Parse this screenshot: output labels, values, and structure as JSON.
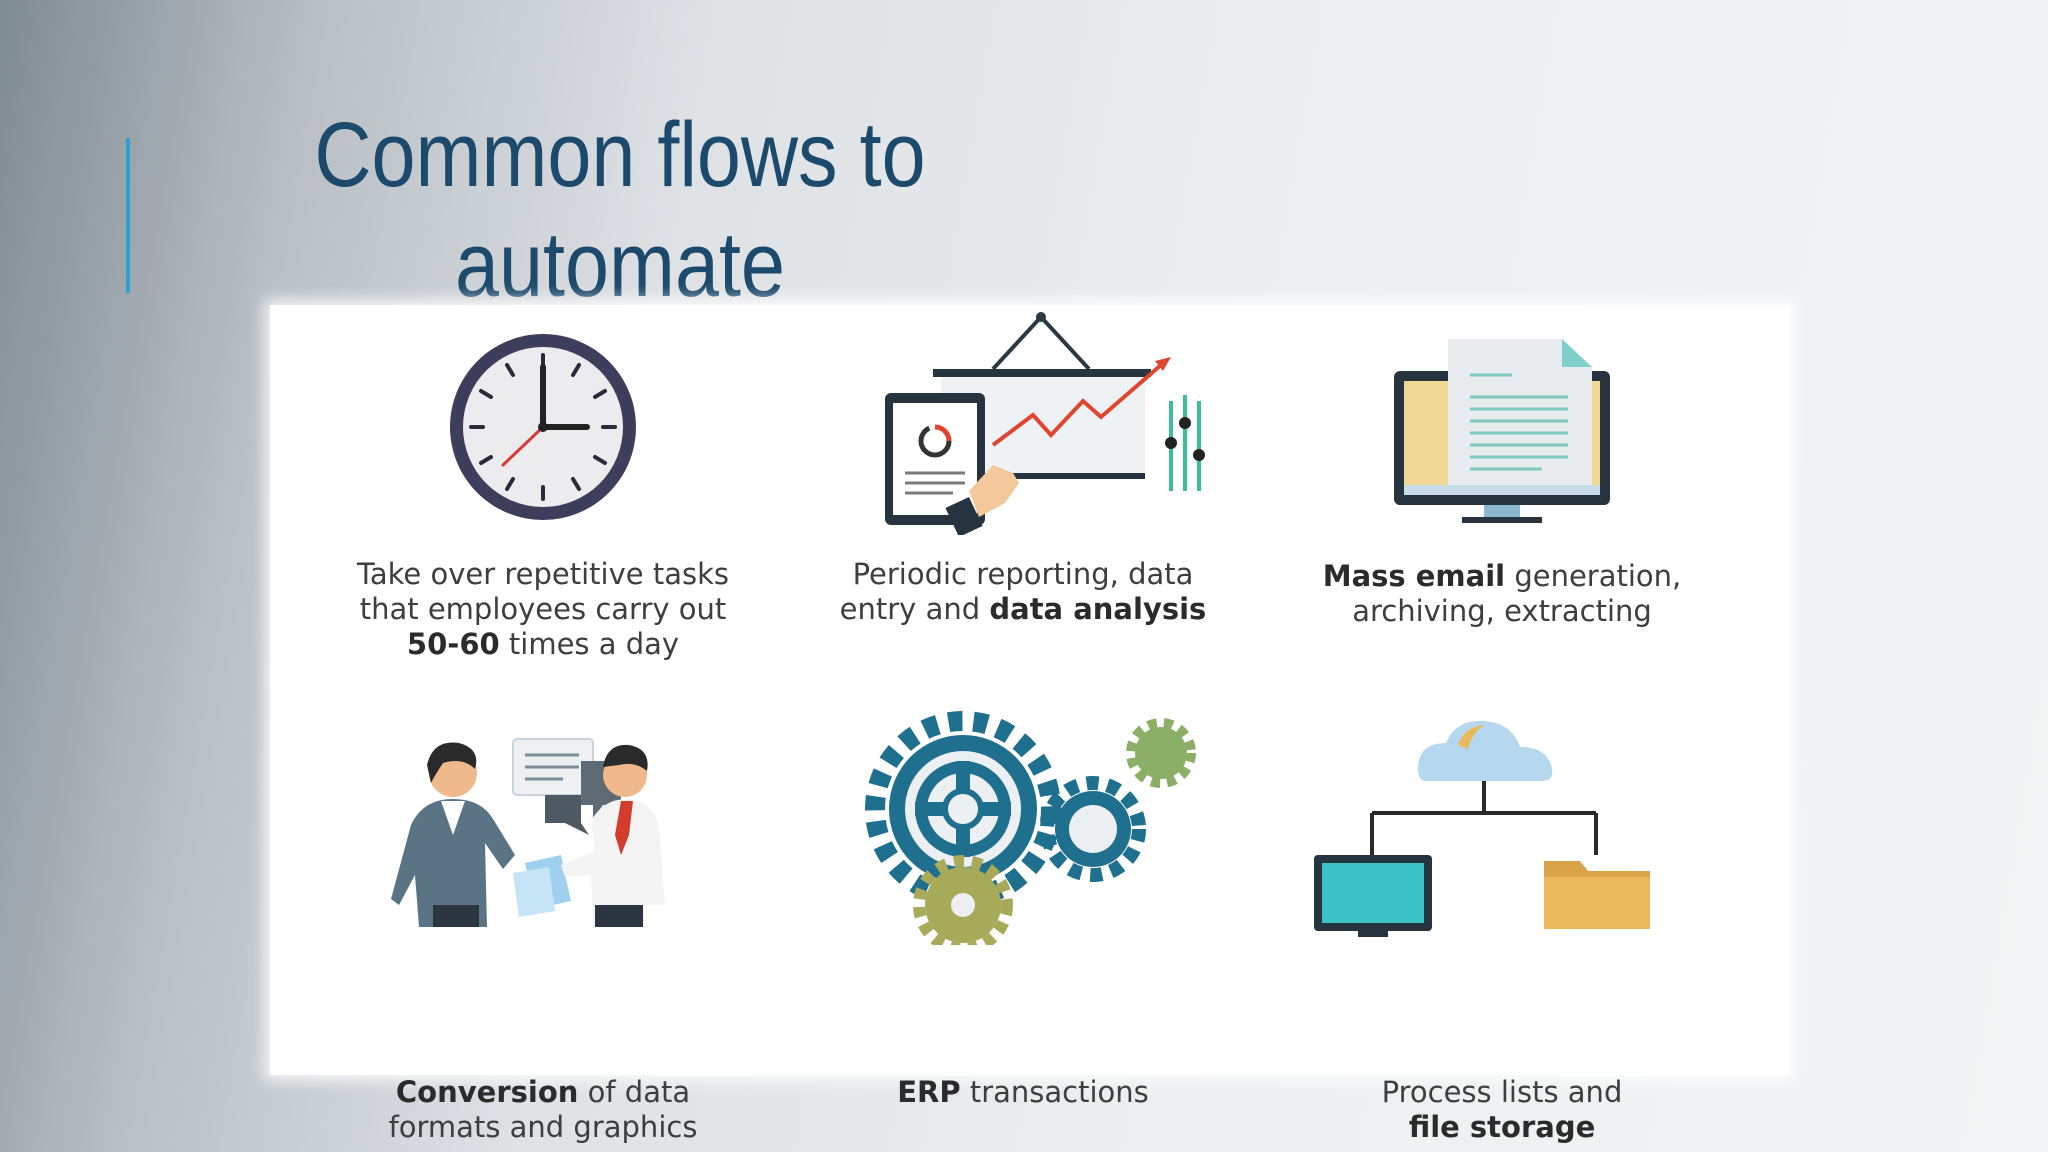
{
  "slide": {
    "title_line1": "Common flows to",
    "title_line2": "automate"
  },
  "colors": {
    "title": "#1c4a6c",
    "accent": "#2f9fd4",
    "clock_ring": "#3d3d5c",
    "teal": "#2aa7a3",
    "gear_blue": "#1f6f8e",
    "gear_green": "#8caf68",
    "folder": "#eab95c",
    "cloud": "#b6d8ef"
  },
  "cards": [
    {
      "icon": "clock-icon",
      "line1": "Take over repetitive tasks",
      "line2": "that employees carry out",
      "bold": "50-60",
      "rest": " times a day"
    },
    {
      "icon": "report-chart-icon",
      "line1": "Periodic reporting, data",
      "lead": "entry and ",
      "bold": "data analysis"
    },
    {
      "icon": "email-monitor-icon",
      "bold": "Mass email",
      "rest": " generation,",
      "line2": "archiving, extracting"
    },
    {
      "icon": "people-conversation-icon",
      "bold": "Conversion",
      "rest": " of data",
      "line2": "formats and graphics"
    },
    {
      "icon": "gears-icon",
      "bold": "ERP",
      "rest": " transactions"
    },
    {
      "icon": "cloud-storage-icon",
      "line1": "Process lists and",
      "bold": "file storage"
    }
  ]
}
